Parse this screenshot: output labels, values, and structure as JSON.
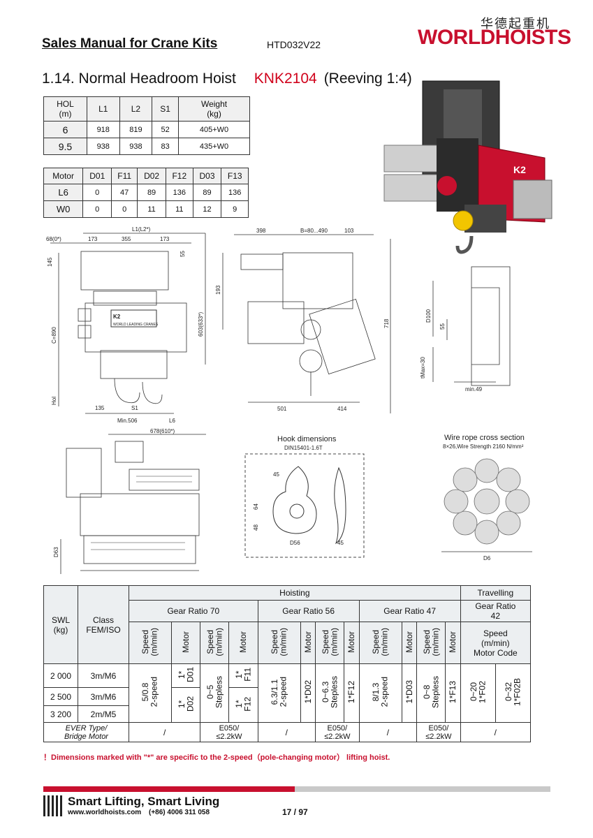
{
  "header": {
    "title": "Sales Manual for Crane Kits",
    "doc_no": "HTD032V22",
    "logo_cn": "华德起重机",
    "logo_en": "WORLDHOISTS"
  },
  "section": {
    "title": "1.14. Normal Headroom Hoist",
    "model": "KNK2104",
    "reeving": "(Reeving 1:4)"
  },
  "dim_table": {
    "headers": [
      "HOL\n(m)",
      "L1",
      "L2",
      "S1",
      "Weight\n(kg)"
    ],
    "rows": [
      [
        "6",
        "918",
        "819",
        "52",
        "405+W0"
      ],
      [
        "9.5",
        "938",
        "938",
        "83",
        "435+W0"
      ]
    ]
  },
  "motor_table": {
    "headers": [
      "Motor",
      "D01",
      "F11",
      "D02",
      "F12",
      "D03",
      "F13"
    ],
    "rows": [
      [
        "L6",
        "0",
        "47",
        "89",
        "136",
        "89",
        "136"
      ],
      [
        "W0",
        "0",
        "0",
        "11",
        "11",
        "12",
        "9"
      ]
    ]
  },
  "drawing": {
    "front": {
      "l1": "L1(L2*)",
      "o68": "68(0*)",
      "d173a": "173",
      "d355": "355",
      "d173b": "173",
      "d145": "145",
      "d55": "55",
      "c890": "C=890",
      "d603": "603(633*)",
      "hol": "Hol",
      "d135": "135",
      "s1": "S1",
      "min506": "Min.506",
      "l6": "L6"
    },
    "side": {
      "d398": "398",
      "b": "B=80...490",
      "d103": "103",
      "d193": "193",
      "d718": "718",
      "d501": "501",
      "d414": "414"
    },
    "rail": {
      "d100": "D100",
      "d55": "55",
      "tmax": "tMax=30",
      "min49": "min.49"
    },
    "top": {
      "d678": "678(610*)",
      "d63": "D63"
    },
    "brand_k2": "K2",
    "brand_sub": "WORLD LEADING CRANES",
    "hook": {
      "title": "Hook dimensions",
      "std": "DIN15401-1.6T",
      "d45a": "45",
      "d64": "64",
      "d48": "48",
      "d56": "D56",
      "d45b": "45"
    },
    "rope": {
      "title": "Wire rope cross section",
      "spec": "8×26,Wire Strength 2160 N/mm²",
      "d6": "D6"
    }
  },
  "main_table": {
    "swl": "SWL\n(kg)",
    "class": "Class\nFEM/ISO",
    "hoisting": "Hoisting",
    "travelling": "Travelling",
    "gr70": "Gear Ratio 70",
    "gr56": "Gear Ratio 56",
    "gr47": "Gear Ratio 47",
    "gr42": "Gear Ratio\n42",
    "speed": "Speed\n(m/min)",
    "motor": "Motor",
    "travel_speed": "Speed\n(m/min)\nMotor Code",
    "rows": [
      [
        "2 000",
        "3m/M6"
      ],
      [
        "2 500",
        "3m/M6"
      ],
      [
        "3 200",
        "2m/M5"
      ]
    ],
    "v70a": "5/0.8\n2-speed",
    "m70a1": "1*\nD01",
    "m70a2": "1*\nD02",
    "v70b": "0~5\nStepless",
    "m70b1": "1*\nF11",
    "m70b2": "1*\nF12",
    "v56a": "6.3/1.1\n2-speed",
    "m56a": "1*D02",
    "v56b": "0~6.3\nStepless",
    "m56b": "1*F12",
    "v47a": "8/1.3\n2-speed",
    "m47a": "1*D03",
    "v47b": "0~8\nStepless",
    "m47b": "1*F13",
    "t1": "0~20\n1*F02",
    "t2": "0~32\n1*F02B",
    "ever": "EVER Type/\nBridge Motor",
    "slash": "/",
    "e050": "E050/\n≤2.2kW"
  },
  "note": "！Dimensions marked with \"*\" are specific to the 2-speed（pole-changing motor） lifting hoist.",
  "footer": {
    "slogan": "Smart Lifting, Smart Living",
    "website": "www.worldhoists.com",
    "phone": "(+86) 4006 311 058",
    "page": "17 / 97"
  }
}
